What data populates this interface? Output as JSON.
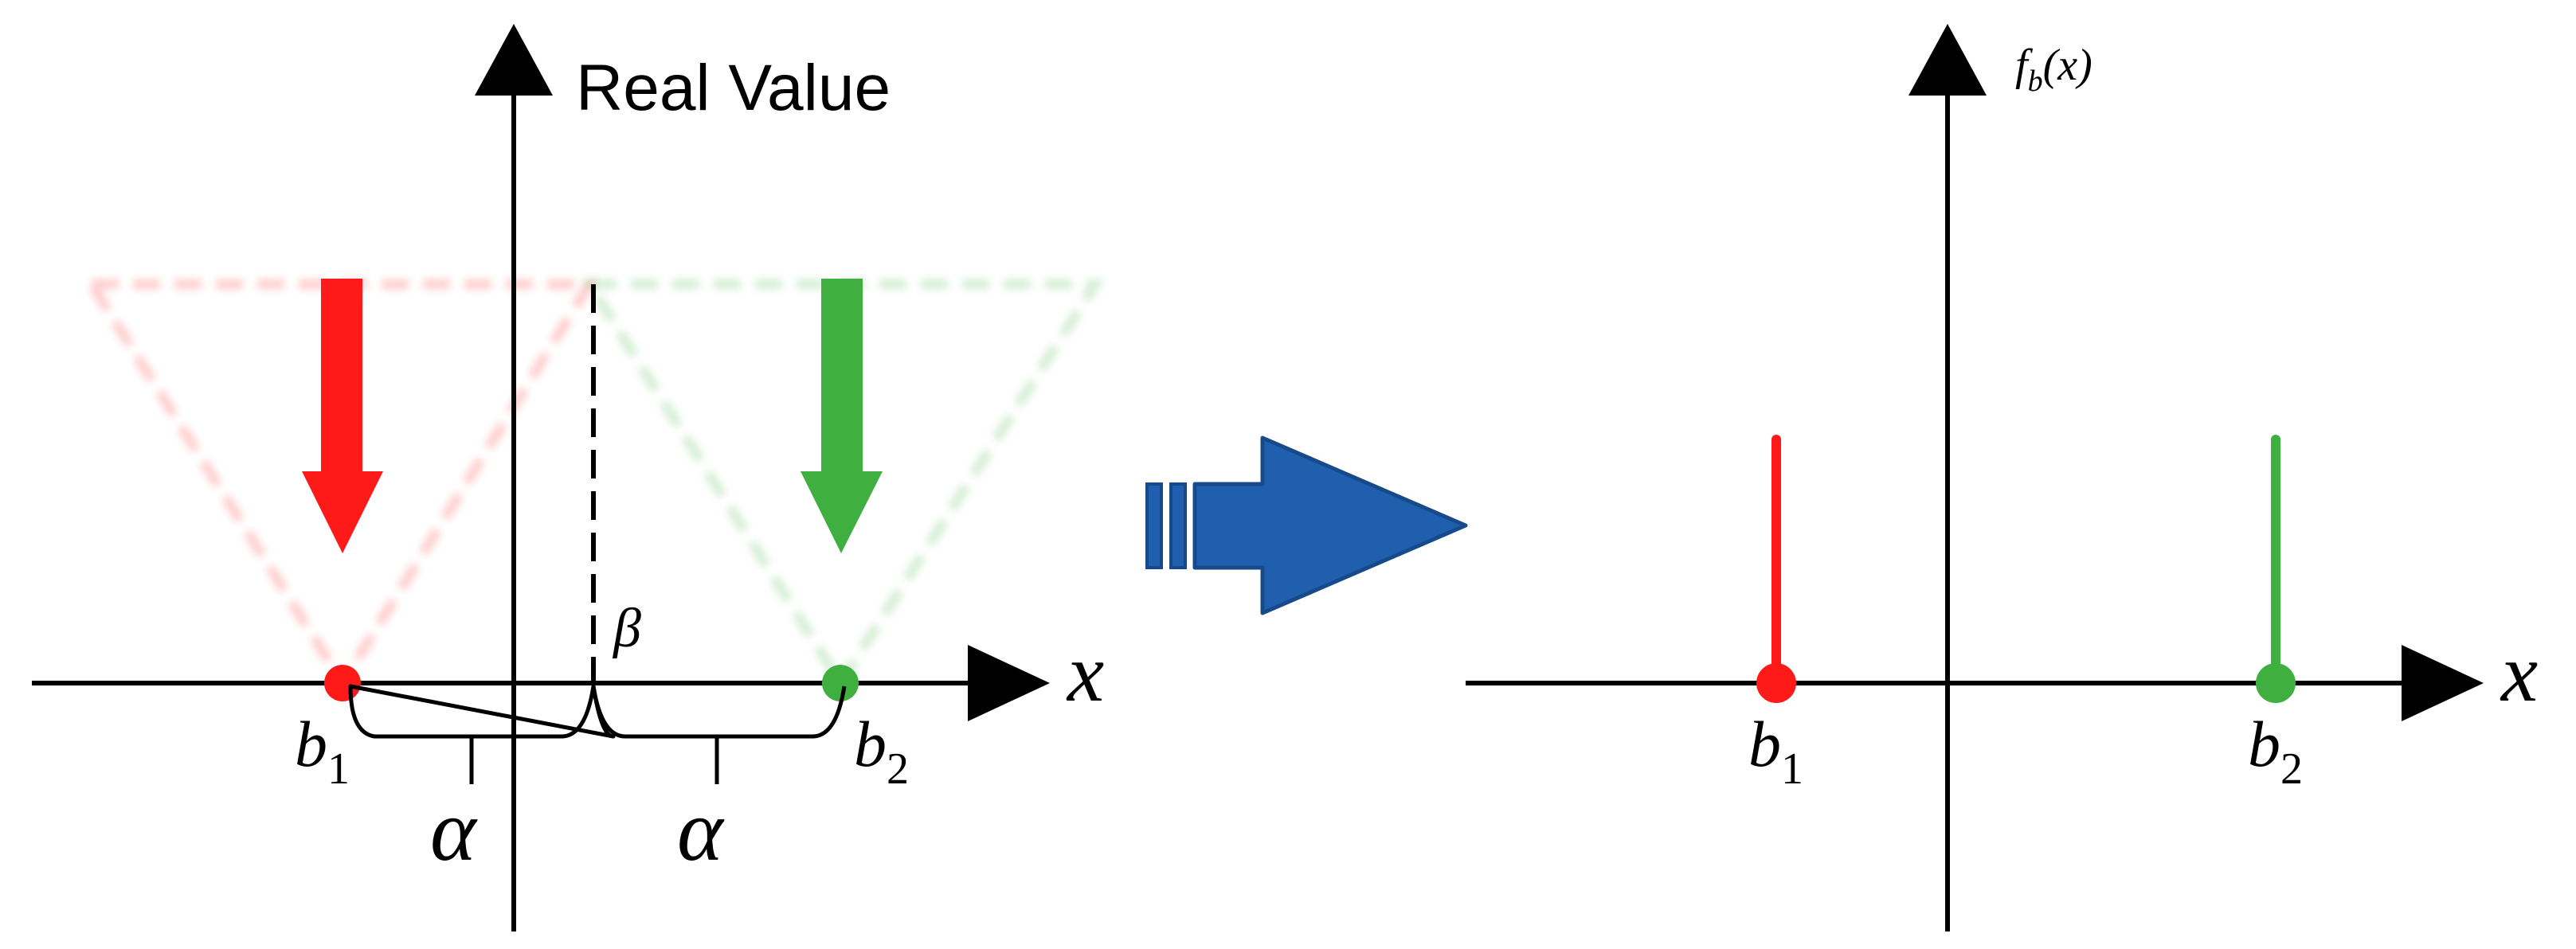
{
  "left_panel": {
    "y_axis_label": "Real Value",
    "x_axis_label": "x",
    "point_left_label": {
      "base": "b",
      "sub": "1"
    },
    "point_right_label": {
      "base": "b",
      "sub": "2"
    },
    "beta_label": "β",
    "alpha_left_label": "α",
    "alpha_right_label": "α"
  },
  "right_panel": {
    "y_axis_label": {
      "func": "f",
      "sub": "b",
      "arg": "(x)"
    },
    "x_axis_label": "x",
    "point_left_label": {
      "base": "b",
      "sub": "1"
    },
    "point_right_label": {
      "base": "b",
      "sub": "2"
    }
  },
  "colors": {
    "red": "#ff1a1a",
    "green": "#3fb03f",
    "blue_arrow": "#1f5fad",
    "blue_arrow_edge": "#174a8a",
    "axis": "#000000"
  }
}
